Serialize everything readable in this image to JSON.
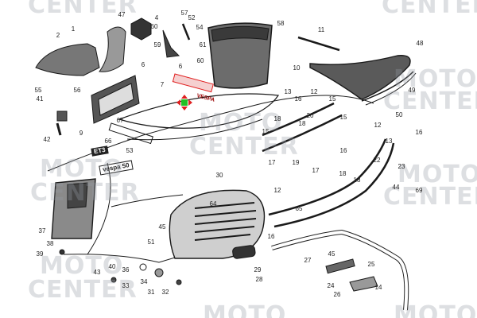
{
  "watermark": {
    "line1": "MOTO",
    "line2": "CENTER"
  },
  "badge_text": "VESPA",
  "emblem_text": "ET3",
  "nameplate_text": "vespa 50",
  "callouts": [
    "1",
    "2",
    "47",
    "4",
    "57",
    "52",
    "54",
    "60",
    "59",
    "61",
    "60",
    "6",
    "6",
    "7",
    "55",
    "56",
    "41",
    "42",
    "9",
    "67",
    "66",
    "53",
    "58",
    "11",
    "10",
    "48",
    "49",
    "50",
    "13",
    "12",
    "16",
    "15",
    "20",
    "18",
    "18",
    "15",
    "15",
    "16",
    "12",
    "16",
    "13",
    "30",
    "64",
    "37",
    "38",
    "39",
    "45",
    "51",
    "40",
    "43",
    "36",
    "34",
    "33",
    "31",
    "32",
    "17",
    "19",
    "17",
    "22",
    "23",
    "44",
    "69",
    "18",
    "18",
    "12",
    "65",
    "16",
    "29",
    "28",
    "27",
    "45",
    "25",
    "24",
    "26",
    "14"
  ],
  "colors": {
    "line": "#1a1a1a",
    "watermark": "#a0a5ae",
    "highlight": "#e02020",
    "cursor_center": "#22c022"
  }
}
